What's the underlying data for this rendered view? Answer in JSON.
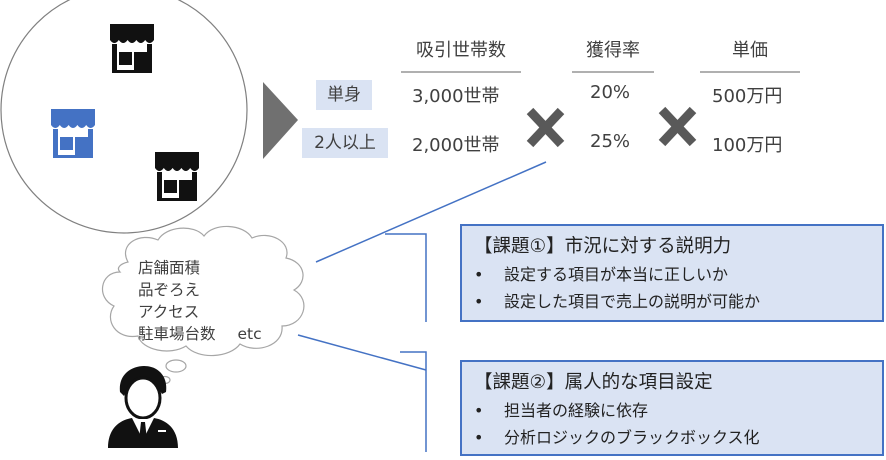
{
  "table": {
    "headers": [
      "吸引世帯数",
      "獲得率",
      "単価"
    ],
    "rows": [
      {
        "label": "単身",
        "households": "3,000世帯",
        "rate": "20%",
        "price": "500万円"
      },
      {
        "label": "2人以上",
        "households": "2,000世帯",
        "rate": "25%",
        "price": "100万円"
      }
    ]
  },
  "cloud": {
    "lines": [
      "店舗面積",
      "品ぞろえ",
      "アクセス",
      "駐車場台数"
    ],
    "etc": "etc"
  },
  "issue1": {
    "title": "【課題①】市況に対する説明力",
    "bullets": [
      "設定する項目が本当に正しいか",
      "設定した項目で売上の説明が可能か"
    ]
  },
  "issue2": {
    "title": "【課題②】属人的な項目設定",
    "bullets": [
      "担当者の経験に依存",
      "分析ロジックのブラックボックス化"
    ]
  },
  "bullet_char": "•",
  "icons": [
    "store-icon",
    "store-icon-highlighted",
    "store-icon",
    "arrow-right-icon",
    "multiply-icon",
    "multiply-icon",
    "thought-cloud",
    "businessman-icon"
  ],
  "colors": {
    "accent": "#4472c4",
    "box_fill": "#dae3f3",
    "icon_dark": "#111111",
    "x_mark": "#595959"
  }
}
